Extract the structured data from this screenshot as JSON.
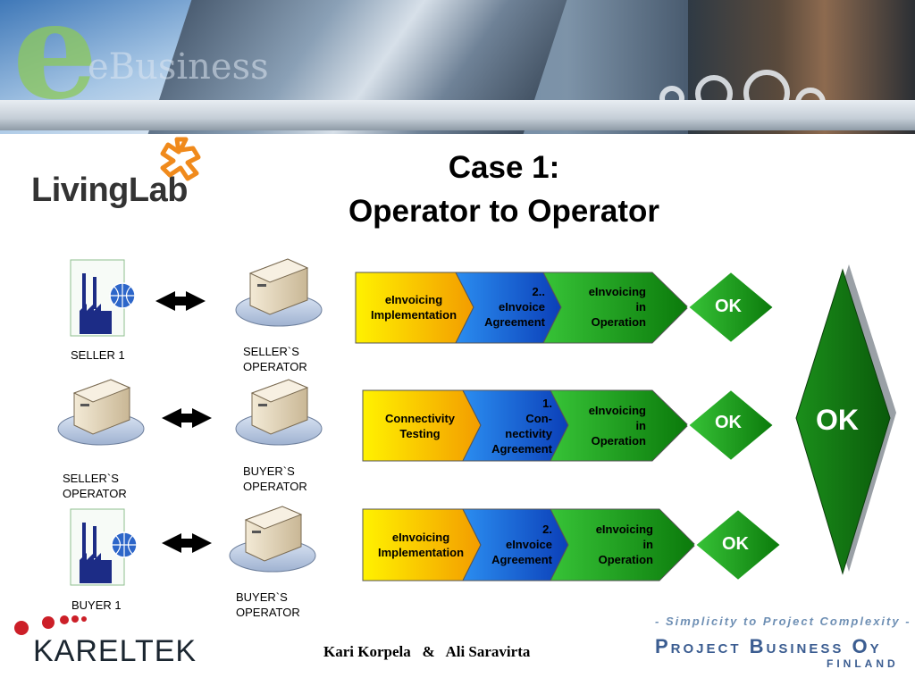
{
  "title": {
    "line1": "Case 1:",
    "line2": "Operator to Operator"
  },
  "logos": {
    "livinglab": "LivingLab",
    "kareltek": "KARELTEK"
  },
  "banner": {
    "watermark": "eBusiness"
  },
  "rows": [
    {
      "left_label": "SELLER 1",
      "right_label": [
        "SELLER`S",
        "OPERATOR"
      ],
      "steps": [
        [
          "eInvoicing",
          "Implementation"
        ],
        [
          "2..",
          "eInvoice",
          "Agreement"
        ],
        [
          "eInvoicing",
          "in",
          "Operation"
        ]
      ],
      "result": "OK"
    },
    {
      "left_label": [
        "SELLER`S",
        "OPERATOR"
      ],
      "right_label": [
        "BUYER`S",
        "OPERATOR"
      ],
      "steps": [
        [
          "Connectivity",
          "Testing"
        ],
        [
          "1.",
          "Con-",
          "nectivity",
          "Agreement"
        ],
        [
          "eInvoicing",
          "in",
          "Operation"
        ]
      ],
      "result": "OK"
    },
    {
      "left_label": "BUYER 1",
      "right_label": [
        "BUYER`S",
        "OPERATOR"
      ],
      "steps": [
        [
          "eInvoicing",
          "Implementation"
        ],
        [
          "2.",
          "eInvoice",
          "Agreement"
        ],
        [
          "eInvoicing",
          "in",
          "Operation"
        ]
      ],
      "result": "OK"
    }
  ],
  "overall_result": "OK",
  "footer": {
    "authors": "Kari Korpela   &   Ali Saravirta",
    "pb_slogan": "- Simplicity to Project Complexity -",
    "pb_name": "Project Business Oy",
    "pb_country": "FINLAND"
  },
  "colors": {
    "yellow": "#f6c400",
    "blue": "#1f6fe0",
    "green": "#1b9b1b",
    "dark_green": "#0f6a0f"
  }
}
